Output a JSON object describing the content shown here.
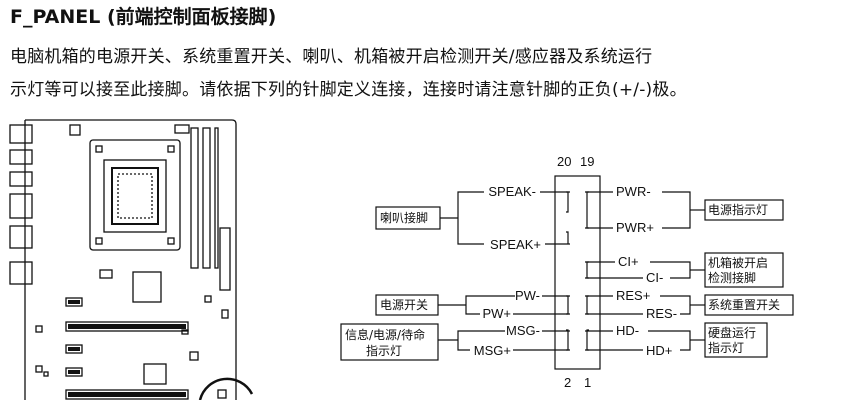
{
  "header": {
    "title": "F_PANEL (前端控制面板接脚)"
  },
  "description": {
    "line1": "电脑机箱的电源开关、系统重置开关、喇叭、机箱被开启检测开关/感应器及系统运行",
    "line2": "示灯等可以接至此接脚。请依据下列的针脚定义连接，连接时请注意针脚的正负(+/-)极。"
  },
  "diagram": {
    "pin_top_left": "20",
    "pin_top_right": "19",
    "pin_bottom_left": "2",
    "pin_bottom_right": "1",
    "left_signals": {
      "speak_minus": "SPEAK-",
      "speak_plus": "SPEAK+",
      "pw_minus": "PW-",
      "pw_plus": "PW+",
      "msg_minus": "MSG-",
      "msg_plus": "MSG+"
    },
    "right_signals": {
      "pwr_minus": "PWR-",
      "pwr_plus": "PWR+",
      "ci_plus": "CI+",
      "ci_minus": "CI-",
      "res_plus": "RES+",
      "res_minus": "RES-",
      "hd_minus": "HD-",
      "hd_plus": "HD+"
    },
    "labels": {
      "speaker": "喇叭接脚",
      "power_switch": "电源开关",
      "message_led_1": "信息/电源/待命",
      "message_led_2": "指示灯",
      "power_led": "电源指示灯",
      "chassis_intrusion_1": "机箱被开启",
      "chassis_intrusion_2": "检测接脚",
      "reset_switch": "系统重置开关",
      "hdd_led_1": "硬盘运行",
      "hdd_led_2": "指示灯"
    }
  }
}
